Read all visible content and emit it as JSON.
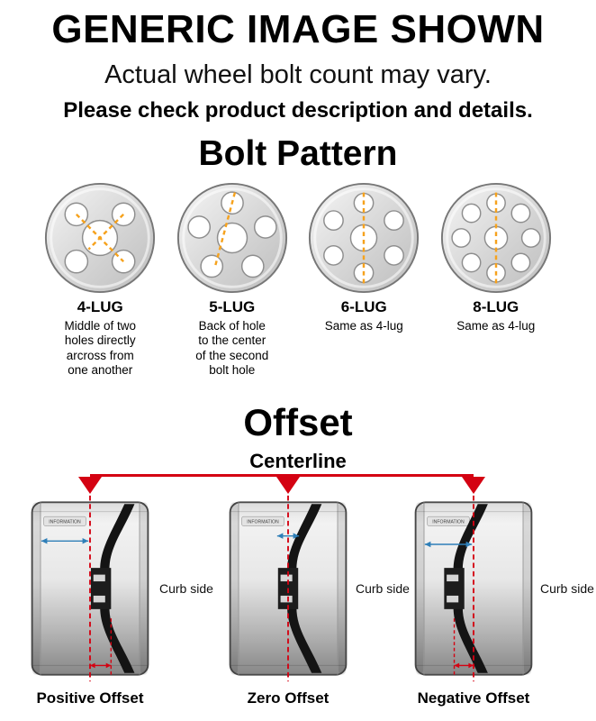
{
  "header": {
    "title": "GENERIC IMAGE SHOWN",
    "subtitle": "Actual wheel bolt count may vary.",
    "note": "Please check product description and details."
  },
  "bolt_pattern": {
    "title": "Bolt Pattern",
    "lugs": [
      {
        "name": "4-LUG",
        "description": "Middle of two\nholes directly\narcross from\none another"
      },
      {
        "name": "5-LUG",
        "description": "Back of hole\nto the center\nof the second\nbolt hole"
      },
      {
        "name": "6-LUG",
        "description": "Same as 4-lug"
      },
      {
        "name": "8-LUG",
        "description": "Same as 4-lug"
      }
    ]
  },
  "offset": {
    "title": "Offset",
    "centerline_label": "Centerline",
    "curb_side_label": "Curb side",
    "stamp_text": "INFORMATION",
    "types": [
      {
        "label": "Positive Offset"
      },
      {
        "label": "Zero Offset"
      },
      {
        "label": "Negative Offset"
      }
    ],
    "colors": {
      "centerline_red": "#d40212",
      "measure_blue": "#2f7fb8",
      "measure_orange": "#f6a21d",
      "spoke_dark": "#141414"
    }
  }
}
